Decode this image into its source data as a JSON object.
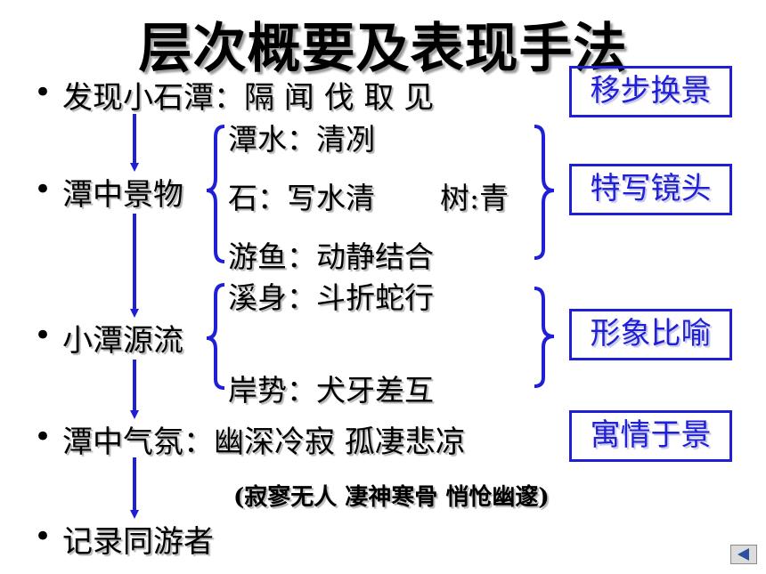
{
  "title": "层次概要及表现手法",
  "bullet_glyph": "•",
  "items": [
    {
      "label": "发现小石潭：",
      "detail": "隔 闻 伐 取 见"
    },
    {
      "label": "潭中景物"
    },
    {
      "label": "小潭源流"
    },
    {
      "label": "潭中气氛：",
      "detail": "幽深冷寂  孤凄悲凉"
    },
    {
      "label": "记录同游者"
    }
  ],
  "scene_details": [
    "潭水：清冽",
    "石：写水清",
    "树:青",
    "游鱼：动静结合"
  ],
  "source_details": [
    "溪身：斗折蛇行",
    "岸势：犬牙差互"
  ],
  "atmosphere_note": "(寂寥无人  凄神寒骨  悄怆幽邃)",
  "techniques": [
    "移步换景",
    "特写镜头",
    "形象比喻",
    "寓情于景"
  ],
  "colors": {
    "accent": "#1f1fd6",
    "text": "#000000",
    "background": "#ffffff"
  },
  "nav_icon": "previous-slide-icon"
}
